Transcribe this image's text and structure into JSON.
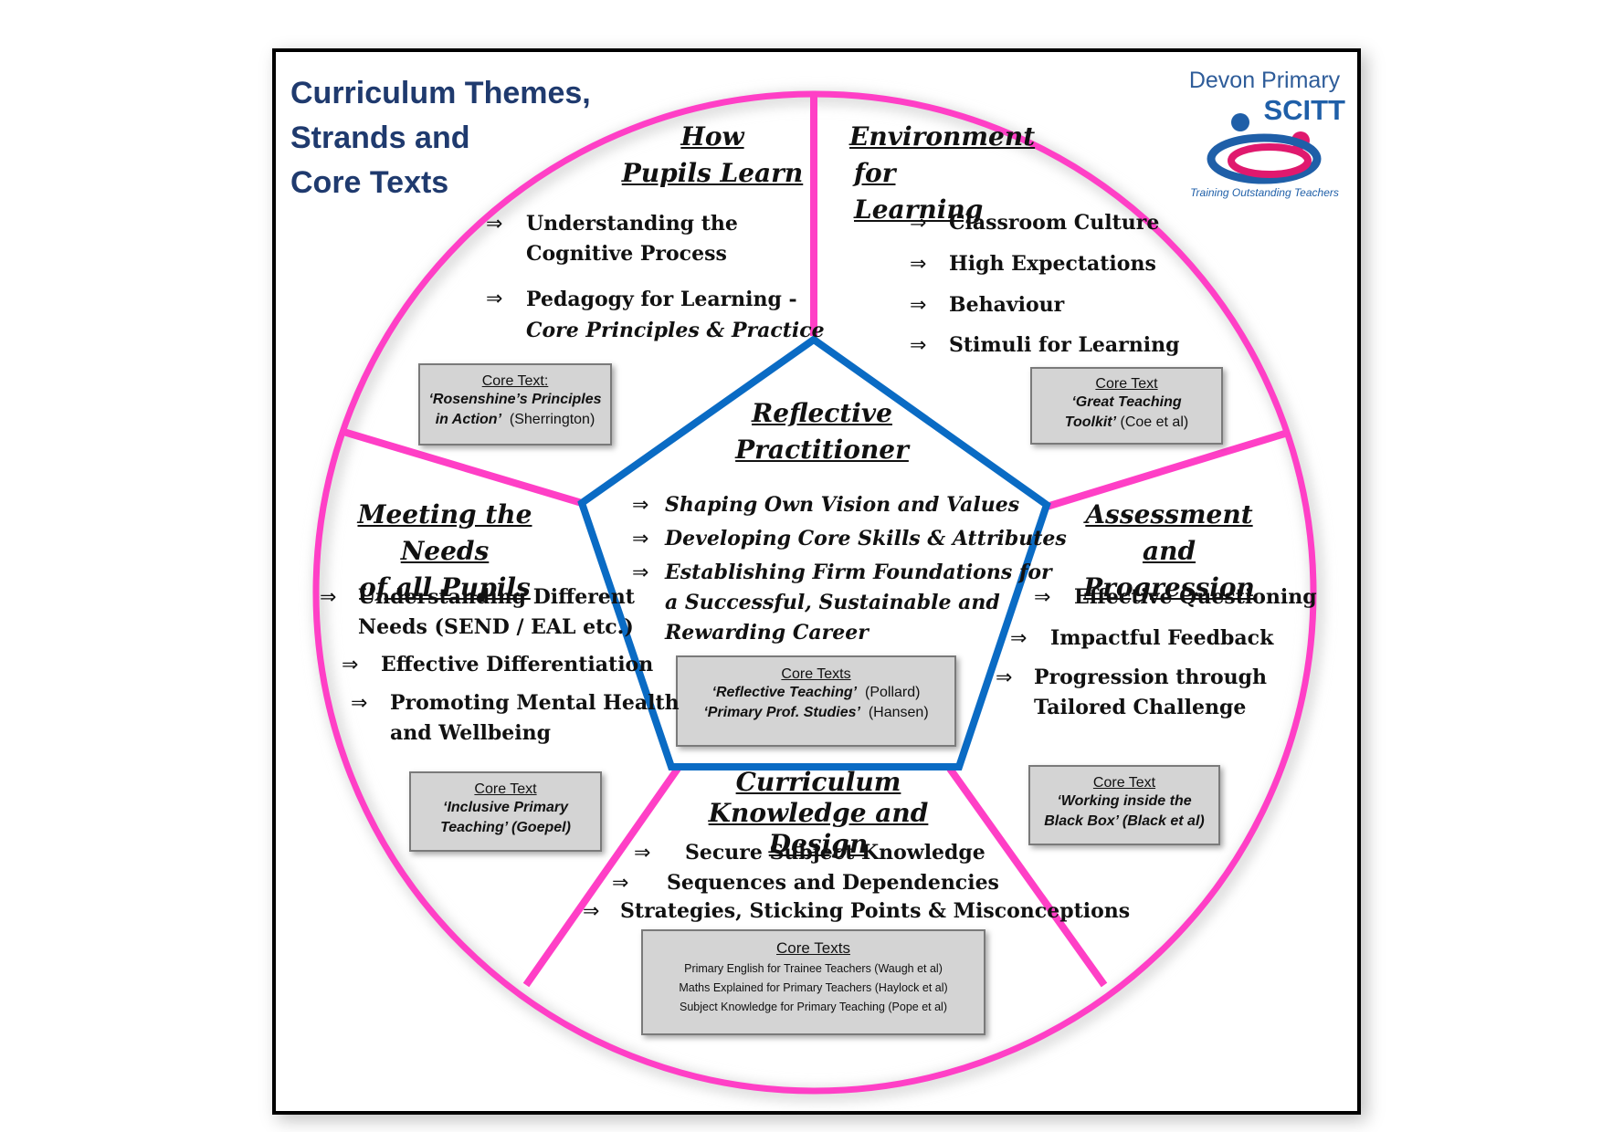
{
  "title_lines": [
    "Curriculum Themes,",
    "Strands and",
    "Core Texts"
  ],
  "logo": {
    "top": "Devon Primary",
    "mid": "SCITT",
    "tagline": "Training Outstanding Teachers",
    "colors": {
      "blue": "#1f5fa8",
      "pink": "#e0196e"
    }
  },
  "colors": {
    "wheel": "#ff3fc6",
    "pentagon": "#0a6bc4",
    "box": "#d4d4d4"
  },
  "themes": {
    "how_pupils_learn": {
      "heading": [
        "How",
        "Pupils Learn"
      ],
      "strands": [
        [
          "Understanding the",
          "Cognitive Process"
        ],
        [
          "Pedagogy for Learning -",
          "Core Principles & Practice"
        ]
      ],
      "core_text": {
        "label": "Core Text:",
        "title": "‘Rosenshine’s Principles",
        "title2": "in Action’",
        "author": "(Sherrington)"
      }
    },
    "environment": {
      "heading": [
        "Environment",
        "for Learning"
      ],
      "strands": [
        "Classroom Culture",
        "High Expectations",
        "Behaviour",
        "Stimuli for Learning"
      ],
      "core_text": {
        "label": "Core Text",
        "title": "‘Great Teaching",
        "title2": "Toolkit’",
        "author": "(Coe et al)"
      }
    },
    "reflective": {
      "heading": [
        "Reflective",
        "Practitioner"
      ],
      "strands": [
        [
          "Shaping Own Vision and Values"
        ],
        [
          "Developing Core Skills & Attributes"
        ],
        [
          "Establishing Firm Foundations for",
          "a Successful, Sustainable and",
          "Rewarding Career"
        ]
      ],
      "core_text": {
        "label": "Core Texts",
        "line1_title": "‘Reflective Teaching’",
        "line1_author": "(Pollard)",
        "line2_title": "‘Primary Prof. Studies’",
        "line2_author": "(Hansen)"
      }
    },
    "meeting_needs": {
      "heading": [
        "Meeting the Needs",
        "of all Pupils"
      ],
      "strands": [
        [
          "Understanding Different",
          "Needs (SEND / EAL etc.)"
        ],
        [
          "Effective Differentiation"
        ],
        [
          "Promoting Mental Health",
          "and Wellbeing"
        ]
      ],
      "core_text": {
        "label": "Core Text",
        "title": "‘Inclusive Primary",
        "title2": "Teaching’ (Goepel)"
      }
    },
    "assessment": {
      "heading": [
        "Assessment and",
        "Progression"
      ],
      "strands": [
        [
          "Effective Questioning"
        ],
        [
          "Impactful Feedback"
        ],
        [
          "Progression through",
          "Tailored Challenge"
        ]
      ],
      "core_text": {
        "label": "Core Text",
        "title": "‘Working inside the",
        "title2": "Black Box’ (Black et al)"
      }
    },
    "curriculum": {
      "heading": [
        "Curriculum",
        "Knowledge and Design"
      ],
      "strands": [
        "Secure Subject Knowledge",
        "Sequences and Dependencies",
        "Strategies, Sticking Points & Misconceptions"
      ],
      "core_text": {
        "label": "Core Texts",
        "lines": [
          "Primary English for Trainee Teachers  (Waugh et al)",
          "Maths Explained for Primary Teachers  (Haylock et al)",
          "Subject Knowledge for Primary Teaching (Pope et al)"
        ]
      }
    }
  }
}
